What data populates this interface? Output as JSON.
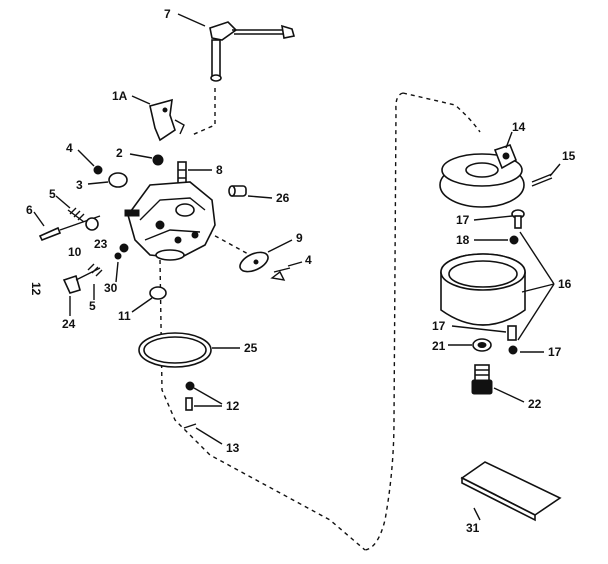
{
  "callouts": {
    "c7": "7",
    "c1a": "1A",
    "c4a": "4",
    "c2": "2",
    "c8": "8",
    "c3": "3",
    "c26": "26",
    "c5a": "5",
    "c6": "6",
    "c10": "10",
    "c23": "23",
    "c9": "9",
    "c4b": "4",
    "c12side": "12",
    "c30": "30",
    "c5b": "5",
    "c24": "24",
    "c11": "11",
    "c25": "25",
    "c12": "12",
    "c13": "13",
    "c14": "14",
    "c15": "15",
    "c17a": "17",
    "c18": "18",
    "c16": "16",
    "c17b": "17",
    "c21": "21",
    "c17c": "17",
    "c22": "22",
    "c31": "31"
  }
}
